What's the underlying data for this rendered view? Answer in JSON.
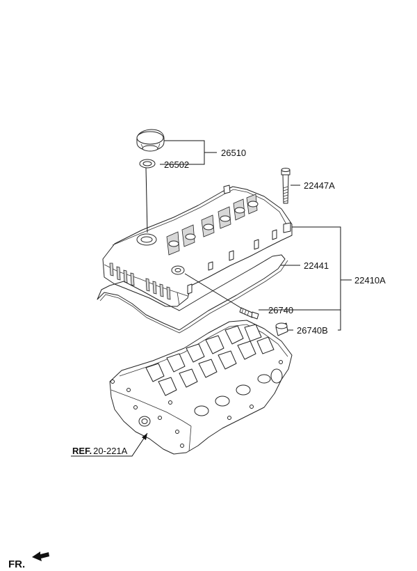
{
  "labels": {
    "p26510": "26510",
    "p26502": "26502",
    "p22447A": "22447A",
    "p22441": "22441",
    "p22410A": "22410A",
    "p26740": "26740",
    "p26740B": "26740B",
    "ref_bold": "REF.",
    "ref_num": "20-221A",
    "fr": "FR."
  },
  "icons": {
    "fr_arrow": "front-direction-arrow-icon"
  }
}
